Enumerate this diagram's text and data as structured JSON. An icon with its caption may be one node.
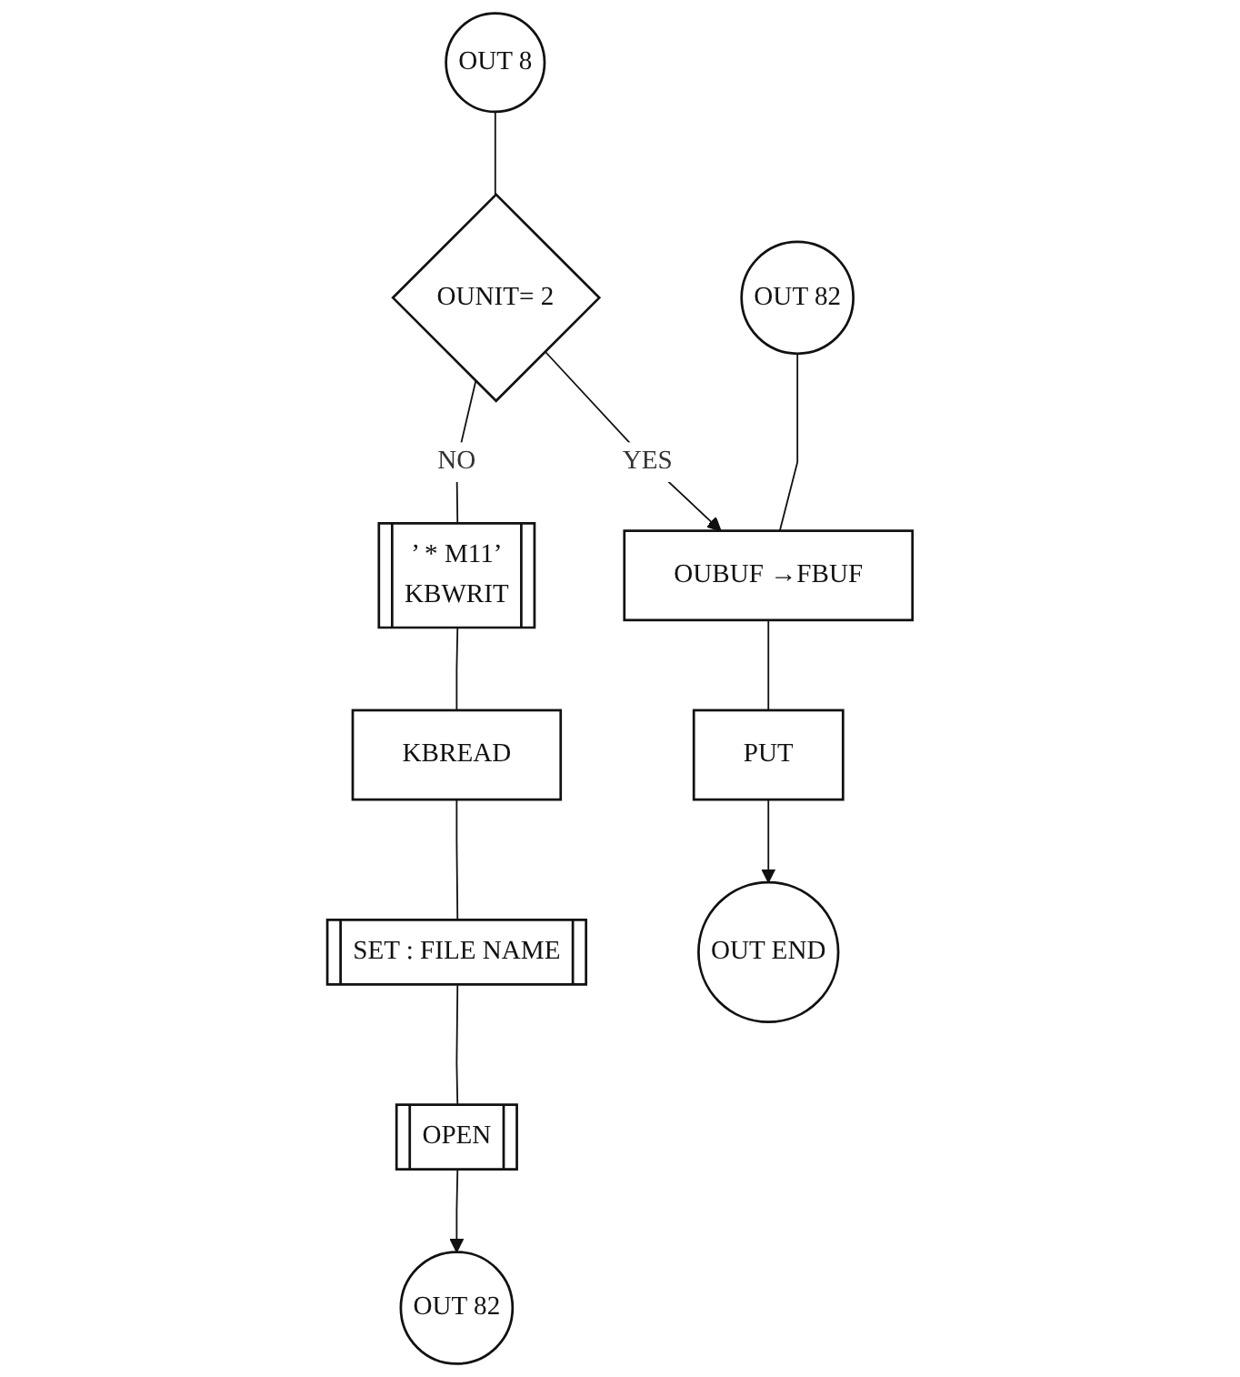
{
  "diagram": {
    "nodes": [
      {
        "text": [
          "OUT 8"
        ]
      },
      {
        "text": [
          "OUNIT= 2"
        ]
      },
      {
        "text": [
          "’ * M11’",
          "KBWRIT"
        ]
      },
      {
        "text": [
          "KBREAD"
        ]
      },
      {
        "text": [
          "SET : FILE NAME"
        ]
      },
      {
        "text": [
          "OPEN"
        ]
      },
      {
        "text": [
          "OUT 82"
        ]
      },
      {
        "text": [
          "OUT 82"
        ]
      },
      {
        "text": [
          "OUBUF →FBUF"
        ]
      },
      {
        "text": [
          "PUT"
        ]
      },
      {
        "text": [
          "OUT END"
        ]
      }
    ],
    "edges": [
      {
        "from": 0,
        "to": 1,
        "arrow": "none"
      },
      {
        "from": 1,
        "to": 2,
        "arrow": "none",
        "label": "NO"
      },
      {
        "from": 2,
        "to": 3,
        "arrow": "none"
      },
      {
        "from": 3,
        "to": 4,
        "arrow": "none"
      },
      {
        "from": 4,
        "to": 5,
        "arrow": "none"
      },
      {
        "from": 5,
        "to": 6,
        "arrow": "to"
      },
      {
        "from": 1,
        "to": 8,
        "arrow": "to",
        "label": "YES"
      },
      {
        "from": 7,
        "to": 8,
        "arrow": "none"
      },
      {
        "from": 8,
        "to": 9,
        "arrow": "none"
      },
      {
        "from": 9,
        "to": 10,
        "arrow": "to"
      }
    ]
  }
}
